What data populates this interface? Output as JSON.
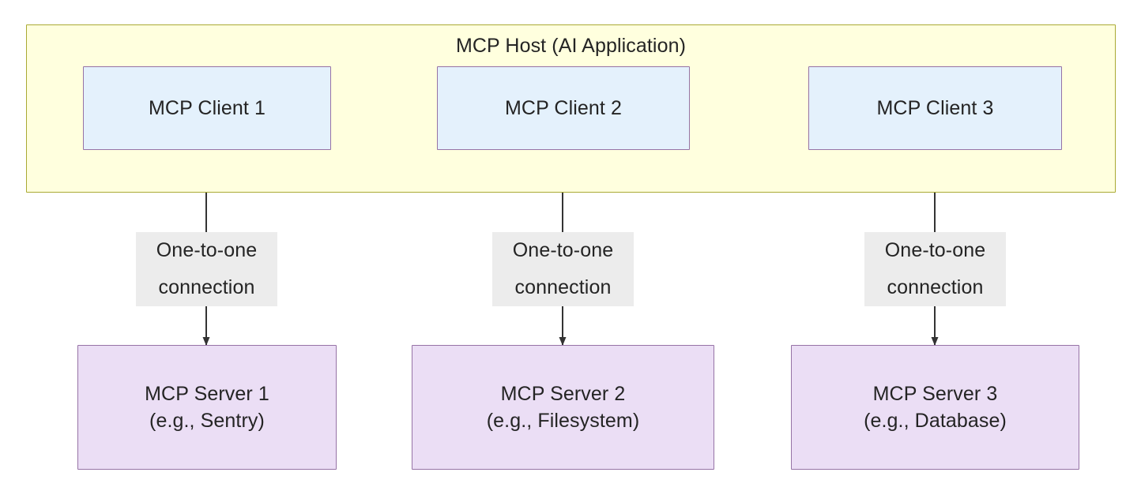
{
  "diagram": {
    "title": "MCP Host (AI Application)",
    "host": {
      "label": "MCP Host (AI Application)",
      "fill": "#ffffde",
      "stroke": "#aaaa33"
    },
    "clients": [
      {
        "id": "client-1",
        "label": "MCP Client 1"
      },
      {
        "id": "client-2",
        "label": "MCP Client 2"
      },
      {
        "id": "client-3",
        "label": "MCP Client 3"
      }
    ],
    "servers": [
      {
        "id": "server-1",
        "label": "MCP Server 1\n(e.g., Sentry)"
      },
      {
        "id": "server-2",
        "label": "MCP Server 2\n(e.g., Filesystem)"
      },
      {
        "id": "server-3",
        "label": "MCP Server 3\n(e.g., Database)"
      }
    ],
    "edges": [
      {
        "id": "edge-1",
        "from": "client-1",
        "to": "server-1",
        "label": "One-to-one\nconnection"
      },
      {
        "id": "edge-2",
        "from": "client-2",
        "to": "server-2",
        "label": "One-to-one\nconnection"
      },
      {
        "id": "edge-3",
        "from": "client-3",
        "to": "server-3",
        "label": "One-to-one\nconnection"
      }
    ],
    "colors": {
      "host_fill": "#ffffde",
      "host_stroke": "#aaaa33",
      "client_fill": "#e4f1fc",
      "server_fill": "#ebdef5",
      "node_stroke": "#9673a6",
      "edge_stroke": "#333333",
      "edge_label_bg": "#ececec",
      "text": "#242424"
    }
  }
}
